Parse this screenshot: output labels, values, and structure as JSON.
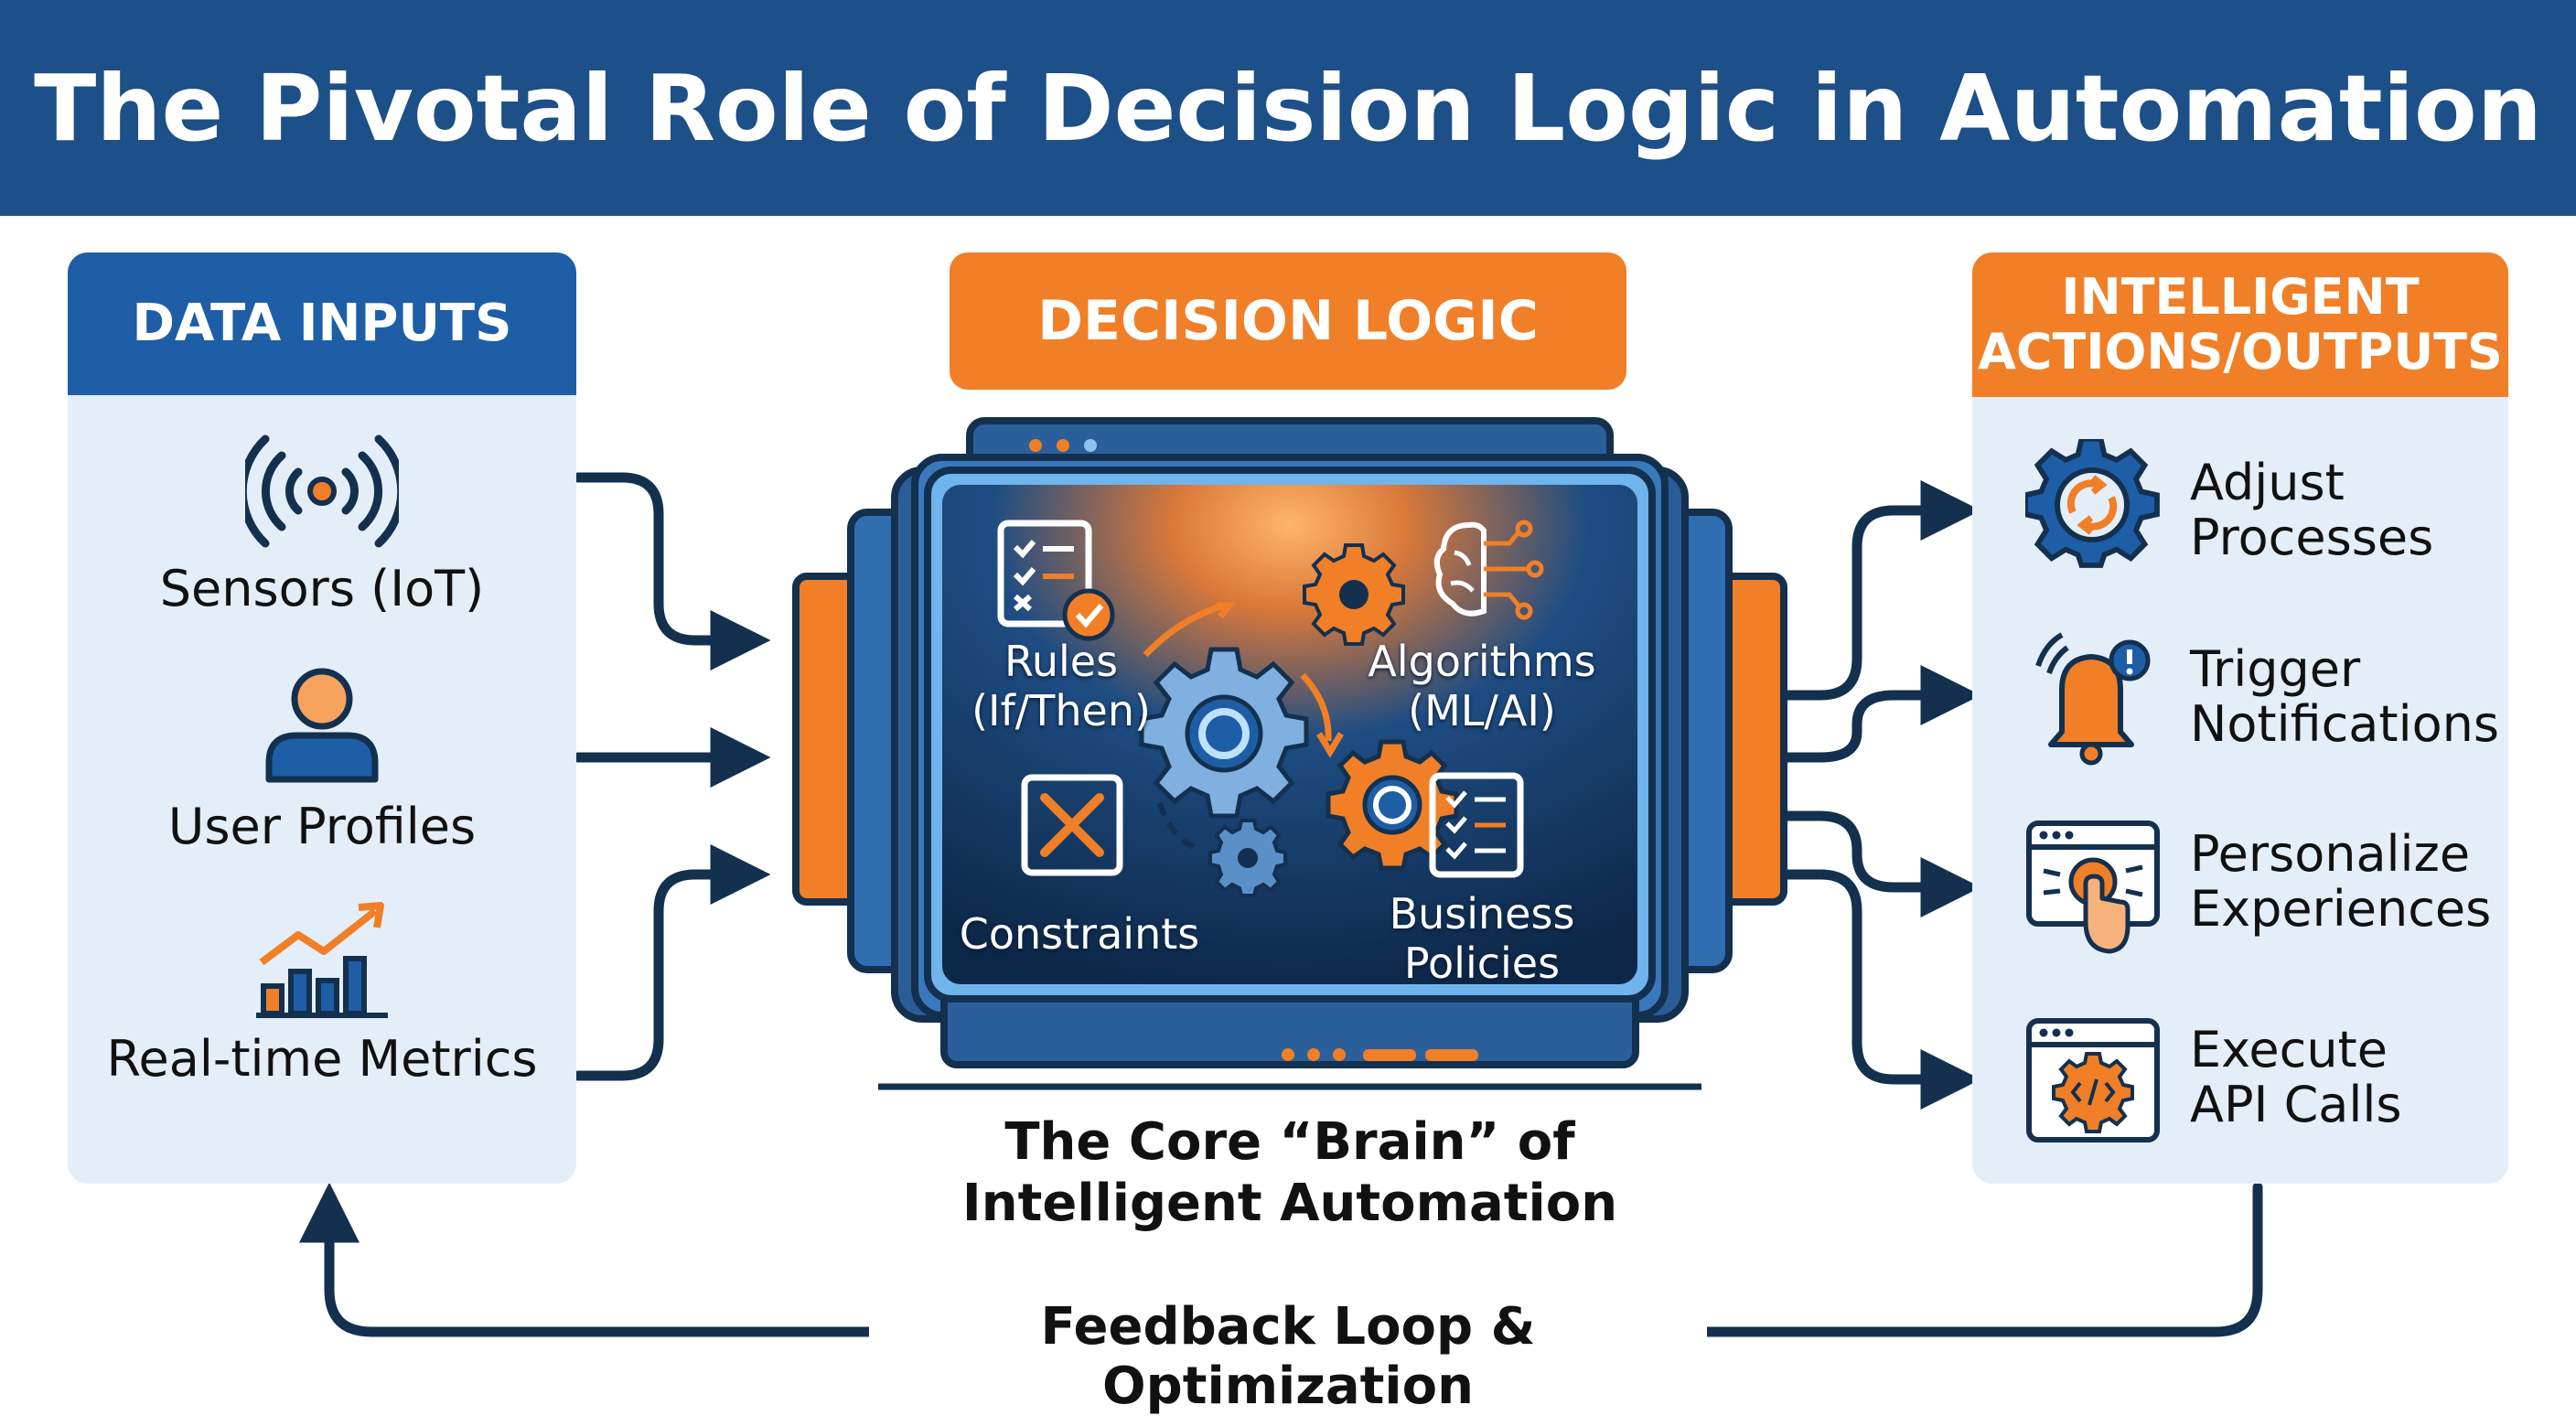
{
  "title": "The Pivotal Role of Decision Logic in Automation",
  "inputs": {
    "header": "DATA INPUTS",
    "items": [
      {
        "label": "Sensors (IoT)",
        "icon": "sensor-icon"
      },
      {
        "label": "User Profiles",
        "icon": "user-icon"
      },
      {
        "label": "Real-time Metrics",
        "icon": "chart-icon"
      }
    ]
  },
  "logic": {
    "header": "DECISION LOGIC",
    "items": [
      {
        "label": "Rules (If/Then)",
        "icon": "checklist-icon"
      },
      {
        "label": "Algorithms (ML/AI)",
        "icon": "brain-icon"
      },
      {
        "label": "Constraints",
        "icon": "x-box-icon"
      },
      {
        "label": "Business Policies",
        "icon": "policy-list-icon"
      }
    ],
    "caption_line1": "The Core “Brain” of",
    "caption_line2": "Intelligent Automation"
  },
  "outputs": {
    "header_line1": "INTELLIGENT",
    "header_line2": "ACTIONS/OUTPUTS",
    "items": [
      {
        "line1": "Adjust",
        "line2": "Processes",
        "icon": "gear-arrows-icon"
      },
      {
        "line1": "Trigger",
        "line2": "Notifications",
        "icon": "bell-icon"
      },
      {
        "line1": "Personalize",
        "line2": "Experiences",
        "icon": "click-browser-icon"
      },
      {
        "line1": "Execute",
        "line2": "API Calls",
        "icon": "code-browser-icon"
      }
    ]
  },
  "feedback": "Feedback Loop & Optimization",
  "colors": {
    "navy": "#1d4f88",
    "blue": "#1d5ea6",
    "orange": "#f07f27",
    "panel": "#e4eef8",
    "dark": "#14304f"
  }
}
